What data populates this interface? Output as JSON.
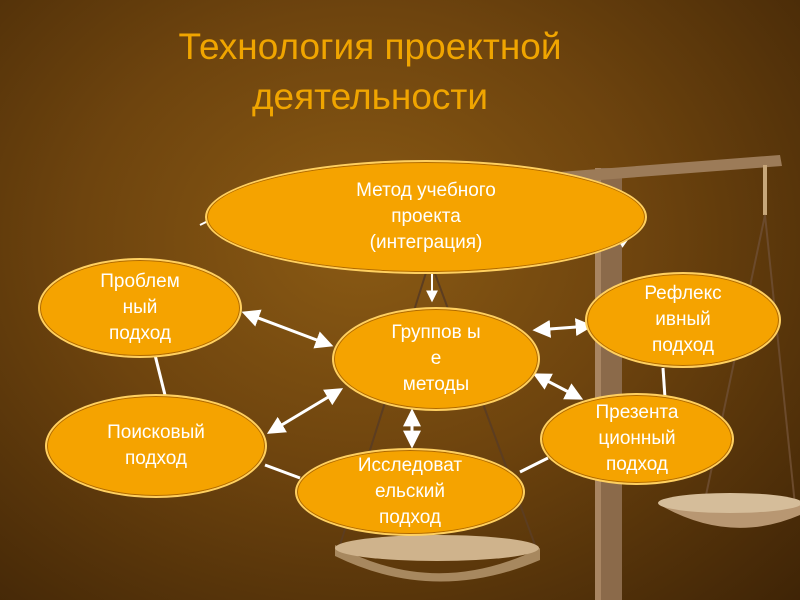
{
  "slide": {
    "title_line1": "Технология проектной",
    "title_line2": "деятельности"
  },
  "colors": {
    "background": "#6e440e",
    "node_fill": "#f5a300",
    "node_text": "#ffffff",
    "title": "#f0a500",
    "connector": "#ffffff"
  },
  "nodes": {
    "main": "Метод учебного\nпроекта\n(интеграция)",
    "group": "Группов ы\nе\nметоды",
    "problem": "Проблем\nный\nподход",
    "search": "Поисковый\nподход",
    "research": "Исследоват\nельский\nподход",
    "presentation": "Презента\nционный\nподход",
    "reflexive": "Рефлекс\nивный\nподход"
  },
  "background_image": "scales-of-justice"
}
